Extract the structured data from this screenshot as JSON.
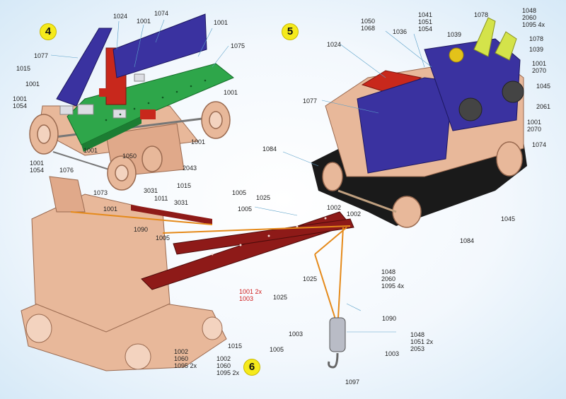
{
  "steps": [
    "4",
    "5",
    "6"
  ],
  "colors": {
    "copper": "#e8b89a",
    "blue": "#3a32a0",
    "green": "#2ea64a",
    "red": "#c8281c",
    "maroon": "#8e1a18",
    "yellow": "#d4e34a",
    "track": "#1a1a1a",
    "string": "#e58a1a",
    "steel": "#b9bcc6"
  },
  "step4": {
    "labels": [
      "1024",
      "1001",
      "1074",
      "1001",
      "1077",
      "1075",
      "1015",
      "1001",
      "1001",
      "1001\n1054",
      "1001",
      "1050",
      "1001\n1054",
      "1076",
      "2043",
      "1015",
      "1073",
      "3031",
      "1011",
      "1001"
    ]
  },
  "step5": {
    "labels": [
      "1050\n1068",
      "1041\n1051\n1054",
      "1078",
      "1048\n2060\n1095 4x",
      "1036",
      "1039",
      "1078",
      "1024",
      "1039",
      "1001\n2070",
      "1077",
      "1045",
      "2061",
      "1084",
      "1001\n2070",
      "1074",
      "1045",
      "1084"
    ]
  },
  "step6": {
    "labels": [
      "1001",
      "1005",
      "1025",
      "3031",
      "1005",
      "1002",
      "1002",
      "1090",
      "1005",
      "1048\n2060\n1095 4x",
      "1025",
      "1001 2x\n1003",
      "1025",
      "1090",
      "1003",
      "1048\n1051 2x\n2053",
      "1015",
      "1003",
      "1002\n1060\n1095 2x",
      "1002\n1060\n1095 2x",
      "1005",
      "1097"
    ]
  }
}
